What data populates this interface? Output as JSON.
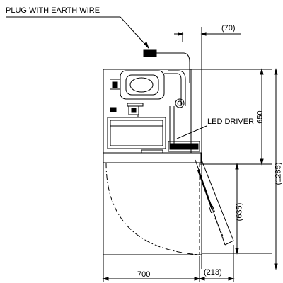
{
  "labels": {
    "plug": "PLUG WITH EARTH WIRE",
    "led_driver": "LED DRIVER",
    "dim_70": "(70)",
    "dim_650": "650",
    "dim_1285": "(1285)",
    "dim_635": "(635)",
    "dim_700": "700",
    "dim_213": "(213)"
  }
}
